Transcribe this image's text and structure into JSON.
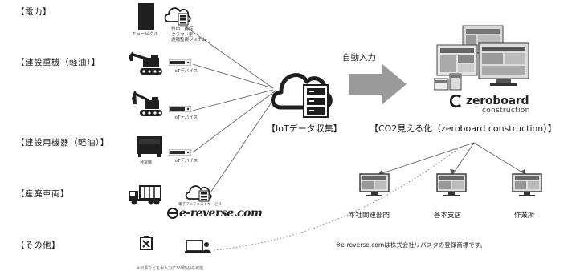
{
  "categories": {
    "power": "【電力】",
    "heavy_machinery": "【建設重機（軽油）】",
    "equipment": "【建設用機器（軽油）】",
    "waste_vehicle": "【産廃車両】",
    "other": "【その他】"
  },
  "sources": {
    "cubicle_label": "キュービクル",
    "monitoring_system": [
      "竹中工務店",
      "クラウド型",
      "遠隔監視システム"
    ],
    "iot_device": "IoTデバイス",
    "generator_label": "発電機",
    "ereverse_tagline": "電子マニフェストサービス",
    "ereverse_logo": "e-reverse.com",
    "other_caption": "※伝票などを手入力(CSV取込)も可能"
  },
  "hub": {
    "collection_label": "【IoTデータ収集】",
    "auto_input_label": "自動入力"
  },
  "platform": {
    "brand_name": "zeroboard",
    "brand_sub": "construction",
    "visualization_label": "【CO2見える化（zeroboard construction）】"
  },
  "departments": [
    "本社関連部門",
    "各本支店",
    "作業所"
  ],
  "trademark_note": "※e-reverse.comは株式会社リバスタの登録商標です。",
  "colors": {
    "icon_dark": "#1f1f1f",
    "arrow_gray": "#9a9a9a",
    "line_gray": "#555555",
    "dotted": "#777777"
  }
}
